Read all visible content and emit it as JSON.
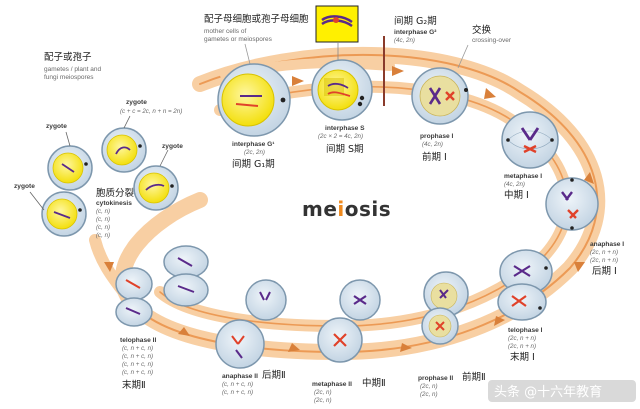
{
  "title": {
    "pre": "me",
    "mid": "i",
    "post": "osis"
  },
  "top_labels": {
    "mother_cell_cn": "配子母细胞或孢子母细胞",
    "mother_cell_en1": "mother cells of",
    "mother_cell_en2": "gametes or meiospores",
    "gametes_cn": "配子或孢子",
    "gametes_en1": "gametes / plant and",
    "gametes_en2": "fungi meiospores",
    "interphase_g2_cn": "间期 G₂期",
    "interphase_g2_en": "interphase G²",
    "interphase_g2_formula": "(4c, 2n)",
    "crossover_cn": "交换",
    "crossover_en": "crossing-over"
  },
  "zygote": {
    "label": "zygote",
    "formula1": "(c + c = 2c, n + n = 2n)"
  },
  "stages": {
    "g1": {
      "en": "interphase G¹",
      "formula": "(2c, 2n)",
      "cn": "间期 G₁期"
    },
    "s": {
      "en": "interphase S",
      "formula": "(2c × 2 = 4c, 2n)",
      "cn": "间期 S期"
    },
    "p1": {
      "en": "prophase I",
      "formula": "(4c, 2n)",
      "cn": "前期 I"
    },
    "m1": {
      "en": "metaphase I",
      "formula": "(4c, 2n)",
      "cn": "中期 I"
    },
    "a1": {
      "en": "anaphase I",
      "formula1": "(2c, n + n)",
      "formula2": "(2c, n + n)",
      "cn": "后期 I"
    },
    "t1": {
      "en": "telophase I",
      "formula1": "(2c, n + n)",
      "formula2": "(2c, n + n)",
      "cn": "末期 I"
    },
    "p2": {
      "en": "prophase II",
      "formula1": "(2c, n)",
      "formula2": "(2c, n)",
      "cn": "前期Ⅱ"
    },
    "m2": {
      "en": "metaphase II",
      "formula1": "(2c, n)",
      "formula2": "(2c, n)",
      "cn": "中期Ⅱ"
    },
    "a2": {
      "en": "anaphase II",
      "formula1": "(c, n + c, n)",
      "formula2": "(c, n + c, n)",
      "cn": "后期Ⅱ"
    },
    "t2": {
      "en": "telophase II",
      "formula1": "(c, n + c, n)",
      "formula2": "(c, n + c, n)",
      "formula3": "(c, n + c, n)",
      "formula4": "(c, n + c, n)",
      "cn": "末期Ⅱ"
    },
    "cyto": {
      "en": "cytokinesis",
      "f1": "(c, n)",
      "f2": "(c, n)",
      "f3": "(c, n)",
      "f4": "(c, n)",
      "cn": "胞质分裂"
    }
  },
  "watermark": "头条 @十六年教育",
  "colors": {
    "ring": "#f5c08e",
    "ring_dark": "#ee9f5c",
    "nucleus": "#ffee00",
    "cell": "#d7e4ef",
    "cell_edge": "#7d97ad",
    "chrom_purple": "#5a2a8a",
    "chrom_red": "#e0422a",
    "accent_i": "#f08a1e"
  }
}
